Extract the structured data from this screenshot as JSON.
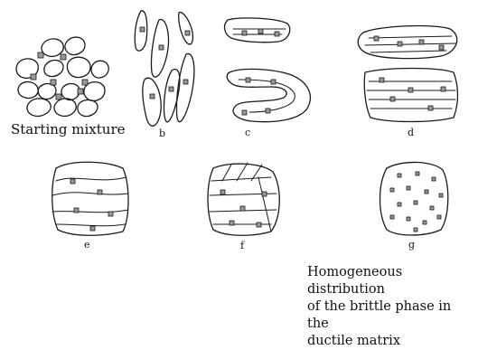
{
  "labels": {
    "start": "Starting mixture",
    "b": "b",
    "c": "c",
    "d": "d",
    "e": "e",
    "f": "f",
    "g": "g"
  },
  "caption": {
    "line1": "Homogeneous distribution",
    "line2": "of the brittle phase in the",
    "line3": "ductile matrix"
  },
  "colors": {
    "ink": "#1a1a1a",
    "brittle": "#9a9a9a",
    "background": "#ffffff"
  }
}
